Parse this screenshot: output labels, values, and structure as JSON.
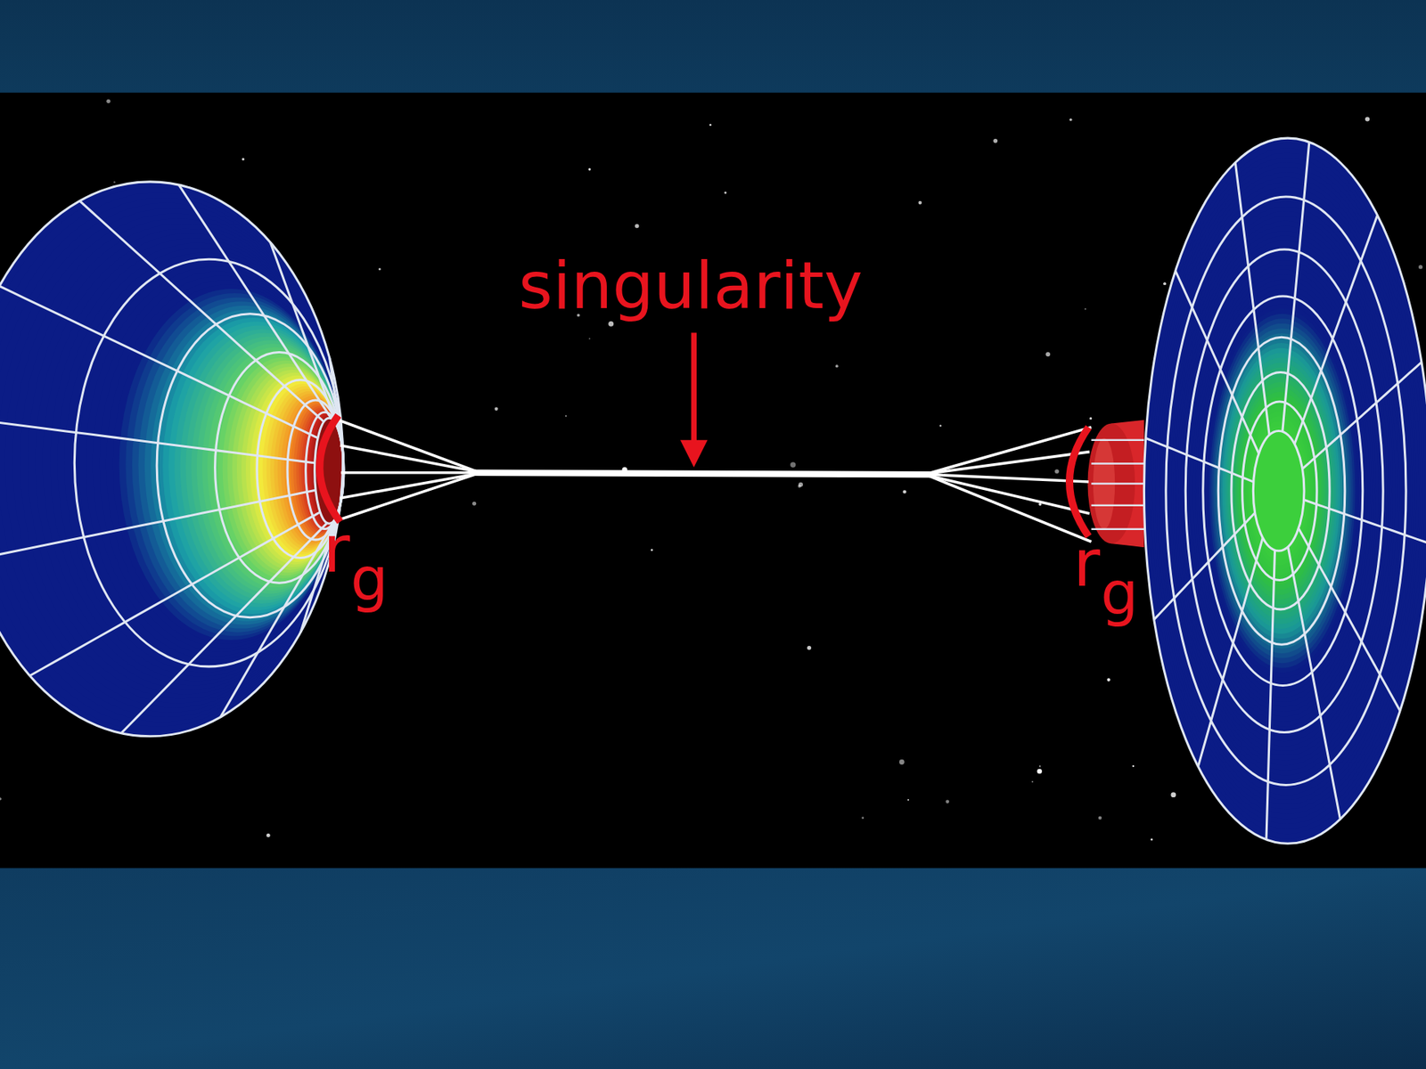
{
  "diagram": {
    "labels": [
      "singularity",
      "r",
      "g",
      "r",
      "g"
    ]
  }
}
